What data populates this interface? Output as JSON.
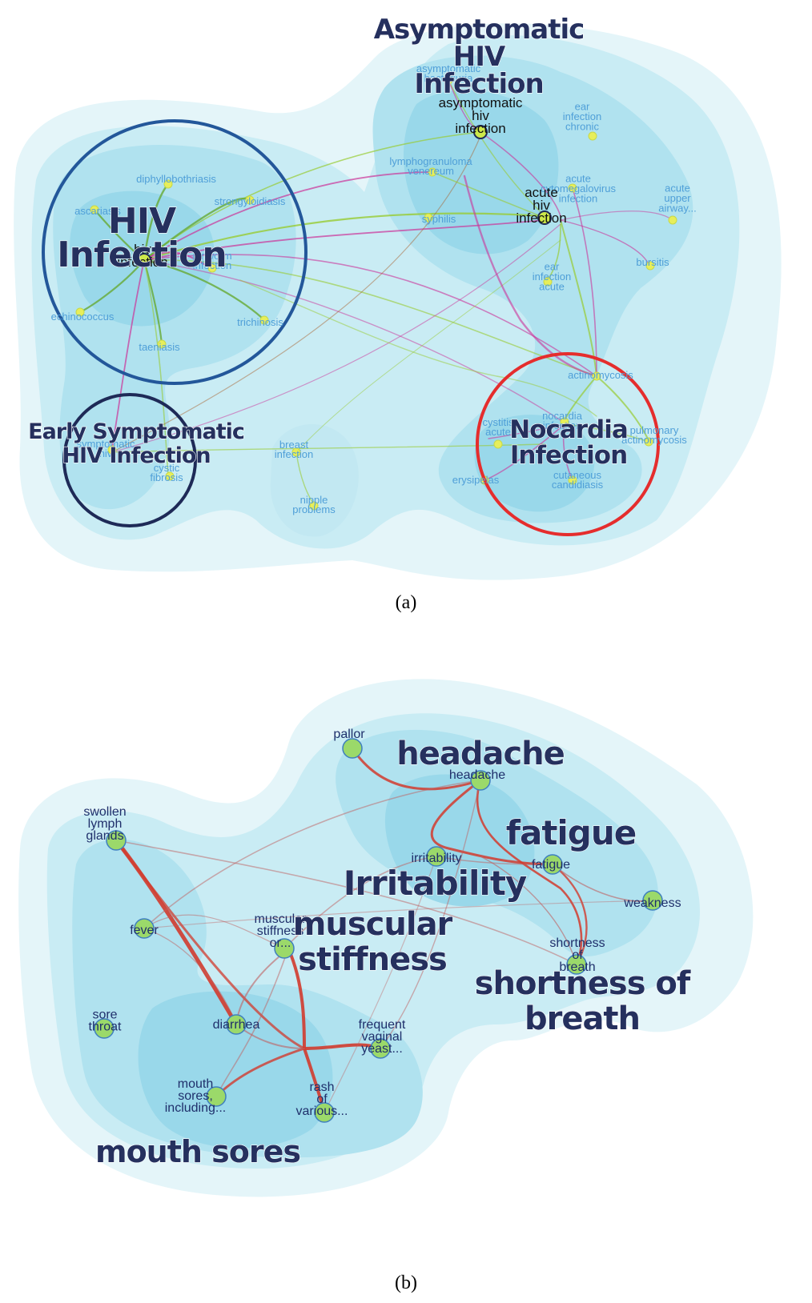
{
  "panels": [
    {
      "id": "a",
      "caption": "(a)",
      "cluster_labels": [
        {
          "id": "asymptomatic",
          "lines": [
            "Asymptomatic",
            "HIV",
            "Infection"
          ]
        },
        {
          "id": "hiv",
          "lines": [
            "HIV",
            "Infection"
          ]
        },
        {
          "id": "early",
          "lines": [
            "Early Symptomatic",
            "HIV Infection"
          ]
        },
        {
          "id": "nocardia",
          "lines": [
            "Nocardia",
            "Infection"
          ]
        }
      ],
      "nodes": [
        {
          "id": "asym_bact",
          "lines": [
            "asymptomatic",
            "bacteriuria"
          ],
          "style": "light"
        },
        {
          "id": "asym_hiv",
          "lines": [
            "asymptomatic",
            "hiv",
            "infection"
          ],
          "style": "dark"
        },
        {
          "id": "ear_chronic",
          "lines": [
            "ear",
            "infection",
            "chronic"
          ],
          "style": "light"
        },
        {
          "id": "lympho",
          "lines": [
            "lymphogranuloma",
            "venereum"
          ],
          "style": "light"
        },
        {
          "id": "cmv",
          "lines": [
            "acute",
            "cytomegalovirus",
            "infection"
          ],
          "style": "light"
        },
        {
          "id": "acute_upper",
          "lines": [
            "acute",
            "upper",
            "airway..."
          ],
          "style": "light"
        },
        {
          "id": "syphilis",
          "lines": [
            "syphilis"
          ],
          "style": "light"
        },
        {
          "id": "acute_hiv",
          "lines": [
            "acute",
            "hiv",
            "infection"
          ],
          "style": "dark"
        },
        {
          "id": "bursitis",
          "lines": [
            "bursitis"
          ],
          "style": "light"
        },
        {
          "id": "ear_acute",
          "lines": [
            "ear",
            "infection",
            "acute"
          ],
          "style": "light"
        },
        {
          "id": "diphyllo",
          "lines": [
            "diphyllobothriasis"
          ],
          "style": "light"
        },
        {
          "id": "strongy",
          "lines": [
            "strongyloidiasis"
          ],
          "style": "light"
        },
        {
          "id": "ascariasis",
          "lines": [
            "ascariasis"
          ],
          "style": "light"
        },
        {
          "id": "hiv_inf",
          "lines": [
            "hiv",
            "infection"
          ],
          "style": "dark"
        },
        {
          "id": "pinworm",
          "lines": [
            "pinworm",
            "infection"
          ],
          "style": "light"
        },
        {
          "id": "echino",
          "lines": [
            "echinococcus"
          ],
          "style": "light"
        },
        {
          "id": "trichi",
          "lines": [
            "trichinosis"
          ],
          "style": "light"
        },
        {
          "id": "taeniasis",
          "lines": [
            "taeniasis"
          ],
          "style": "light"
        },
        {
          "id": "actino",
          "lines": [
            "actinomycosis"
          ],
          "style": "light"
        },
        {
          "id": "sympt_hiv",
          "lines": [
            "symptomatic",
            "hiv"
          ],
          "style": "light"
        },
        {
          "id": "cystic",
          "lines": [
            "cystic",
            "fibrosis"
          ],
          "style": "light"
        },
        {
          "id": "breast",
          "lines": [
            "breast",
            "infection"
          ],
          "style": "light"
        },
        {
          "id": "cystitis",
          "lines": [
            "cystitis",
            "acute"
          ],
          "style": "light"
        },
        {
          "id": "nocardia_inf",
          "lines": [
            "nocardia",
            "infection"
          ],
          "style": "light"
        },
        {
          "id": "pulm",
          "lines": [
            "pulmonary",
            "actinomycosis"
          ],
          "style": "light"
        },
        {
          "id": "erysipelas",
          "lines": [
            "erysipelas"
          ],
          "style": "light"
        },
        {
          "id": "candid",
          "lines": [
            "cutaneous",
            "candidiasis"
          ],
          "style": "light"
        },
        {
          "id": "nipple",
          "lines": [
            "nipple",
            "problems"
          ],
          "style": "light"
        }
      ]
    },
    {
      "id": "b",
      "caption": "(b)",
      "cluster_labels": [
        {
          "id": "headache",
          "lines": [
            "headache"
          ]
        },
        {
          "id": "fatigue",
          "lines": [
            "fatigue"
          ]
        },
        {
          "id": "irritability",
          "lines": [
            "Irritability"
          ]
        },
        {
          "id": "muscular",
          "lines": [
            "muscular",
            "stiffness"
          ]
        },
        {
          "id": "shortness",
          "lines": [
            "shortness of",
            "breath"
          ]
        },
        {
          "id": "mouth",
          "lines": [
            "mouth sores"
          ]
        }
      ],
      "nodes": [
        {
          "id": "pallor",
          "lines": [
            "pallor"
          ]
        },
        {
          "id": "headache",
          "lines": [
            "headache"
          ]
        },
        {
          "id": "swollen",
          "lines": [
            "swollen",
            "lymph",
            "glands"
          ]
        },
        {
          "id": "irritability",
          "lines": [
            "irritability"
          ]
        },
        {
          "id": "fatigue",
          "lines": [
            "fatigue"
          ]
        },
        {
          "id": "weakness",
          "lines": [
            "weakness"
          ]
        },
        {
          "id": "fever",
          "lines": [
            "fever"
          ]
        },
        {
          "id": "muscular",
          "lines": [
            "muscular",
            "stiffness",
            "or..."
          ]
        },
        {
          "id": "shortness",
          "lines": [
            "shortness",
            "of",
            "breath"
          ]
        },
        {
          "id": "sore",
          "lines": [
            "sore",
            "throat"
          ]
        },
        {
          "id": "diarrhea",
          "lines": [
            "diarrhea"
          ]
        },
        {
          "id": "vaginal",
          "lines": [
            "frequent",
            "vaginal",
            "yeast..."
          ]
        },
        {
          "id": "mouth",
          "lines": [
            "mouth",
            "sores,",
            "including..."
          ]
        },
        {
          "id": "rash",
          "lines": [
            "rash",
            "of",
            "various..."
          ]
        }
      ]
    }
  ]
}
